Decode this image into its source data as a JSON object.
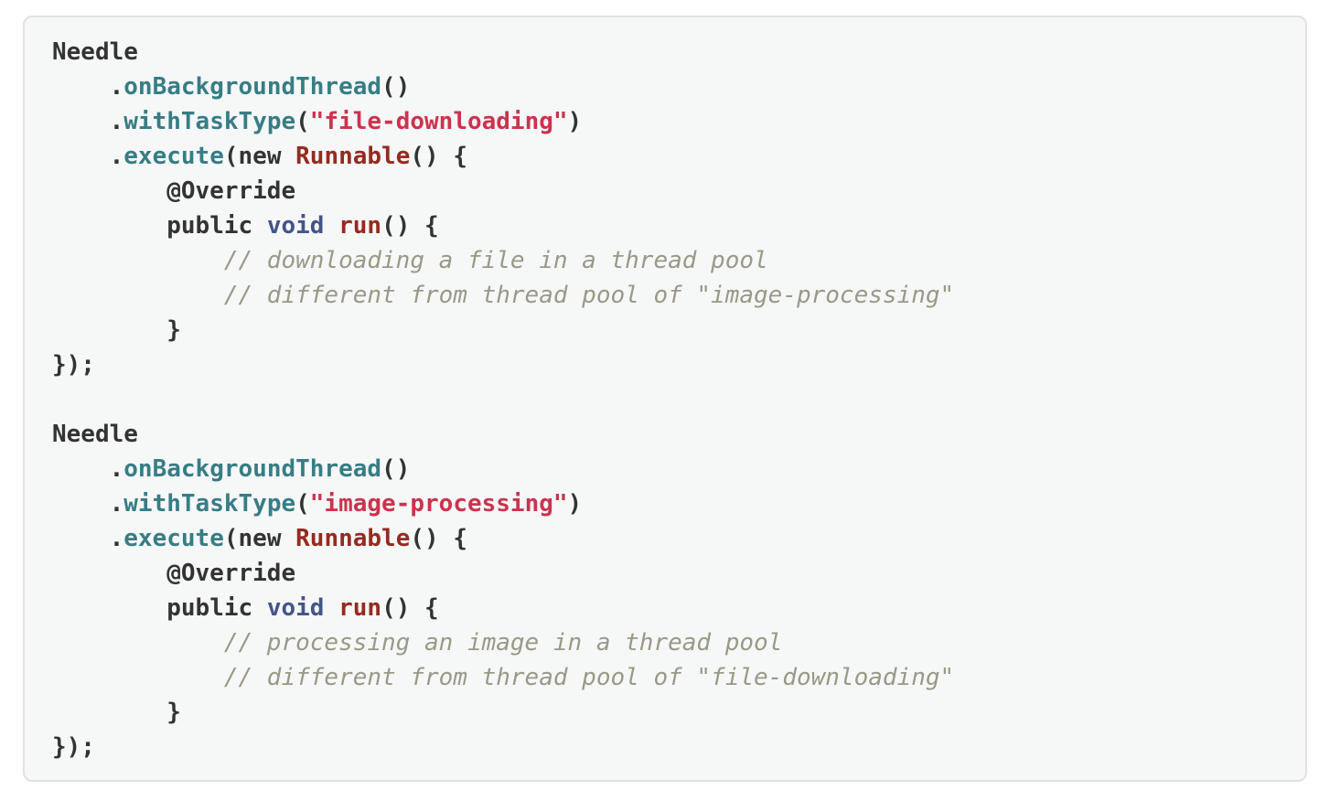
{
  "page": {
    "background": "#ffffff"
  },
  "code_block": {
    "language": "java",
    "background": "#f6f7f7",
    "border_color": "#e1e2e4",
    "colors": {
      "plain": "#333333",
      "keyword": "#333333",
      "method": "#377d85",
      "string": "#cb334f",
      "type": "#445588",
      "function": "#942b20",
      "comment": "#999988"
    },
    "lines": [
      [
        {
          "t": "plain",
          "s": "Needle"
        }
      ],
      [
        {
          "t": "plain",
          "s": "    ."
        },
        {
          "t": "method",
          "s": "onBackgroundThread"
        },
        {
          "t": "plain",
          "s": "()"
        }
      ],
      [
        {
          "t": "plain",
          "s": "    ."
        },
        {
          "t": "method",
          "s": "withTaskType"
        },
        {
          "t": "plain",
          "s": "("
        },
        {
          "t": "string",
          "s": "\"file-downloading\""
        },
        {
          "t": "plain",
          "s": ")"
        }
      ],
      [
        {
          "t": "plain",
          "s": "    ."
        },
        {
          "t": "method",
          "s": "execute"
        },
        {
          "t": "plain",
          "s": "("
        },
        {
          "t": "keyword",
          "s": "new"
        },
        {
          "t": "plain",
          "s": " "
        },
        {
          "t": "function",
          "s": "Runnable"
        },
        {
          "t": "plain",
          "s": "() {"
        }
      ],
      [
        {
          "t": "plain",
          "s": "        @Override"
        }
      ],
      [
        {
          "t": "plain",
          "s": "        "
        },
        {
          "t": "keyword",
          "s": "public"
        },
        {
          "t": "plain",
          "s": " "
        },
        {
          "t": "type",
          "s": "void"
        },
        {
          "t": "plain",
          "s": " "
        },
        {
          "t": "function",
          "s": "run"
        },
        {
          "t": "plain",
          "s": "() {"
        }
      ],
      [
        {
          "t": "comment",
          "s": "            // downloading a file in a thread pool"
        }
      ],
      [
        {
          "t": "comment",
          "s": "            // different from thread pool of \"image-processing\""
        }
      ],
      [
        {
          "t": "plain",
          "s": "        }"
        }
      ],
      [
        {
          "t": "plain",
          "s": "});"
        }
      ],
      [],
      [
        {
          "t": "plain",
          "s": "Needle"
        }
      ],
      [
        {
          "t": "plain",
          "s": "    ."
        },
        {
          "t": "method",
          "s": "onBackgroundThread"
        },
        {
          "t": "plain",
          "s": "()"
        }
      ],
      [
        {
          "t": "plain",
          "s": "    ."
        },
        {
          "t": "method",
          "s": "withTaskType"
        },
        {
          "t": "plain",
          "s": "("
        },
        {
          "t": "string",
          "s": "\"image-processing\""
        },
        {
          "t": "plain",
          "s": ")"
        }
      ],
      [
        {
          "t": "plain",
          "s": "    ."
        },
        {
          "t": "method",
          "s": "execute"
        },
        {
          "t": "plain",
          "s": "("
        },
        {
          "t": "keyword",
          "s": "new"
        },
        {
          "t": "plain",
          "s": " "
        },
        {
          "t": "function",
          "s": "Runnable"
        },
        {
          "t": "plain",
          "s": "() {"
        }
      ],
      [
        {
          "t": "plain",
          "s": "        @Override"
        }
      ],
      [
        {
          "t": "plain",
          "s": "        "
        },
        {
          "t": "keyword",
          "s": "public"
        },
        {
          "t": "plain",
          "s": " "
        },
        {
          "t": "type",
          "s": "void"
        },
        {
          "t": "plain",
          "s": " "
        },
        {
          "t": "function",
          "s": "run"
        },
        {
          "t": "plain",
          "s": "() {"
        }
      ],
      [
        {
          "t": "comment",
          "s": "            // processing an image in a thread pool"
        }
      ],
      [
        {
          "t": "comment",
          "s": "            // different from thread pool of \"file-downloading\""
        }
      ],
      [
        {
          "t": "plain",
          "s": "        }"
        }
      ],
      [
        {
          "t": "plain",
          "s": "});"
        }
      ]
    ]
  }
}
